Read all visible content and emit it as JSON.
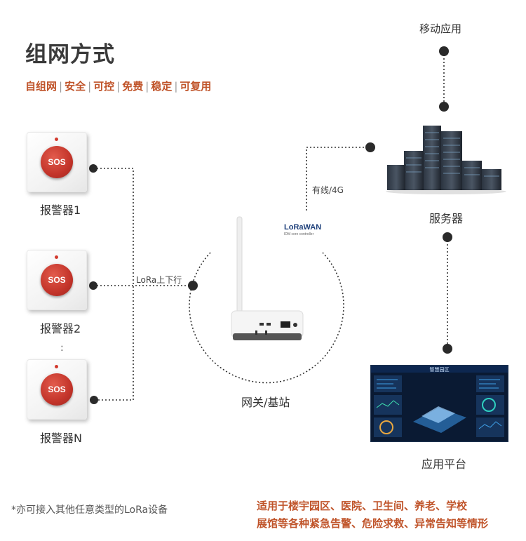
{
  "title": "组网方式",
  "tags": [
    "自组网",
    "安全",
    "可控",
    "免费",
    "稳定",
    "可复用"
  ],
  "mobile_label": "移动应用",
  "server_label": "服务器",
  "platform_label": "应用平台",
  "platform_screen_title": "智慧园区",
  "gateway_label": "网关/基站",
  "lorawan_logo": "LoRaWAN",
  "lorawan_sub": "IDM core controller",
  "wired_4g_label": "有线/4G",
  "lora_link_label": "LoRa上下行",
  "alarms": [
    {
      "label": "报警器1",
      "button": "SOS"
    },
    {
      "label": "报警器2",
      "button": "SOS"
    },
    {
      "label": "报警器N",
      "button": "SOS"
    }
  ],
  "ellipsis": ":",
  "footnote": "*亦可接入其他任意类型的LoRa设备",
  "scenario_lines": [
    "适用于楼宇园区、医院、卫生间、养老、学校",
    "展馆等各种紧急告警、危险求救、异常告知等情形"
  ],
  "colors": {
    "accent": "#c0542a",
    "dot": "#2a2a2a",
    "sos_red": "#c3342a"
  }
}
